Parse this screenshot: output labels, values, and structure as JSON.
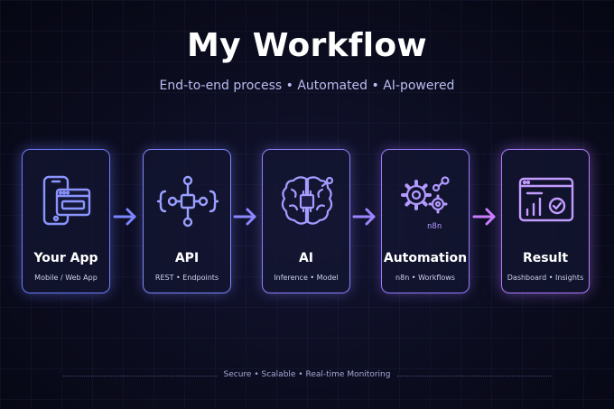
{
  "header": {
    "title": "My Workflow",
    "subtitle": "End-to-end process • Automated • AI-powered"
  },
  "steps": [
    {
      "title": "Your App",
      "subtitle": "Mobile / Web App",
      "icon": "mobile-app-icon",
      "color": "#6f7cff"
    },
    {
      "title": "API",
      "subtitle": "REST • Endpoints",
      "icon": "api-network-icon",
      "color": "#7f86ff"
    },
    {
      "title": "AI",
      "subtitle": "Inference • Model",
      "icon": "brain-chip-icon",
      "color": "#8b84ff"
    },
    {
      "title": "Automation",
      "subtitle": "n8n • Workflows",
      "icon": "gears-icon",
      "icon_label": "n8n",
      "color": "#9a7bff"
    },
    {
      "title": "Result",
      "subtitle": "Dashboard • Insights",
      "icon": "dashboard-icon",
      "color": "#b07cff"
    }
  ],
  "arrows": {
    "color_start": "#6f7cff",
    "color_end": "#c77dff"
  },
  "footer": "Secure • Scalable • Real-time Monitoring"
}
